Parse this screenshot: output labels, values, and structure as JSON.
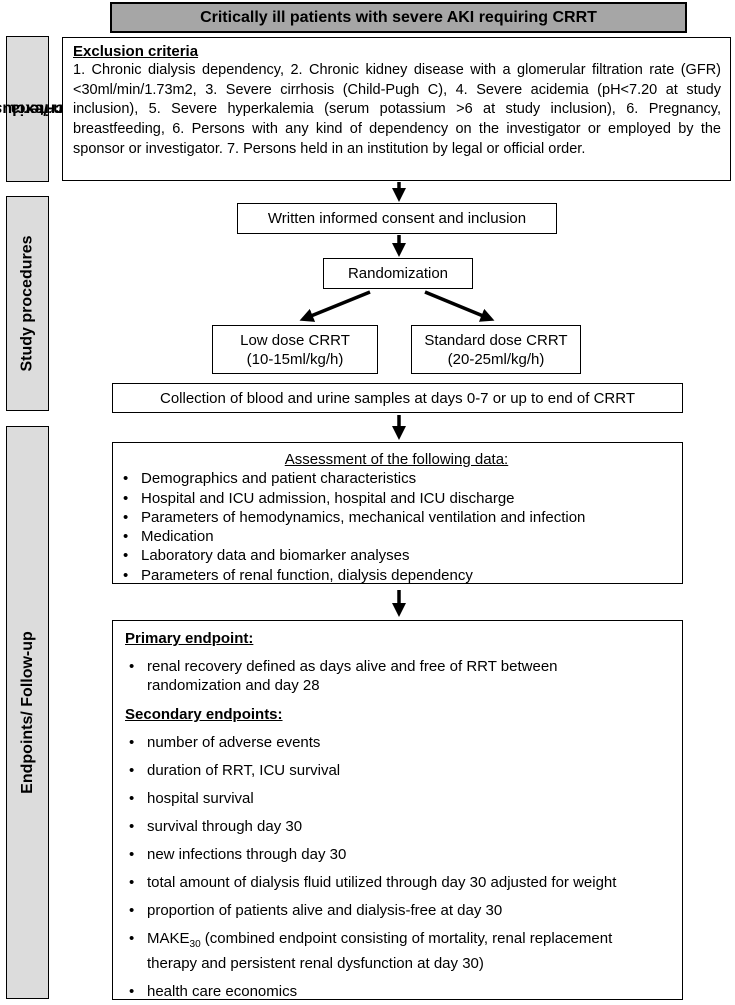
{
  "header": {
    "title": "Critically ill patients with severe AKI requiring CRRT"
  },
  "side_labels": {
    "inclusion": [
      "In-/exclusion",
      "criteria"
    ],
    "procedures": "Study procedures",
    "endpoints": "Endpoints/ Follow-up"
  },
  "exclusion": {
    "heading": "Exclusion criteria",
    "text": "1. Chronic dialysis dependency, 2. Chronic kidney disease with a glomerular filtration rate (GFR) <30ml/min/1.73m2, 3. Severe cirrhosis (Child-Pugh C), 4. Severe acidemia (pH<7.20 at study inclusion), 5. Severe hyperkalemia (serum potassium >6 at study inclusion), 6. Pregnancy, breastfeeding, 6. Persons with any kind of dependency on the investigator or employed by the sponsor or investigator. 7. Persons held in an institution by legal or official order."
  },
  "procedures": {
    "consent": "Written informed consent and inclusion",
    "randomization": "Randomization",
    "low_dose": {
      "line1": "Low dose CRRT",
      "line2": "(10-15ml/kg/h)"
    },
    "standard_dose": {
      "line1": "Standard dose CRRT",
      "line2": "(20-25ml/kg/h)"
    },
    "collection": "Collection of blood and urine samples at days 0-7 or up to end of CRRT"
  },
  "assessment": {
    "heading": "Assessment of the following data:",
    "items": [
      "Demographics and patient characteristics",
      "Hospital and ICU admission, hospital and ICU discharge",
      "Parameters of hemodynamics, mechanical ventilation and infection",
      "Medication",
      "Laboratory data and biomarker analyses",
      "Parameters of renal function, dialysis dependency"
    ]
  },
  "endpoints": {
    "primary_heading": "Primary endpoint:",
    "primary_items": [
      "renal recovery defined as days alive and free of RRT between randomization and day 28"
    ],
    "secondary_heading": "Secondary endpoints:",
    "secondary_items": [
      "number of adverse events",
      "duration of RRT, ICU survival",
      "hospital survival",
      "survival through day 30",
      "new infections through day 30",
      "total amount of dialysis fluid utilized through day 30 adjusted for weight",
      "proportion of patients alive and dialysis-free at day 30"
    ],
    "make": {
      "prefix": "MAKE",
      "subscript": "30",
      "text": " (combined endpoint consisting of mortality, renal replacement therapy and persistent renal dysfunction at day 30)"
    },
    "last_item": "health care economics"
  }
}
